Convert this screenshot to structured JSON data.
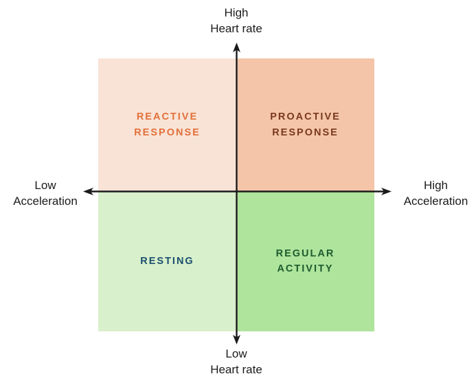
{
  "chart_data": {
    "type": "table",
    "title": "",
    "subtitle": "",
    "xlabel": "Acceleration",
    "ylabel": "Heart rate",
    "grid": false,
    "legend": "none",
    "axes": {
      "x": {
        "name": "Acceleration",
        "low_label": "Low\nAcceleration",
        "high_label": "High\nAcceleration",
        "direction": "bidirectional"
      },
      "y": {
        "name": "Heart rate",
        "low_label": "Low\nHeart rate",
        "high_label": "High\nHeart rate",
        "direction": "bidirectional"
      }
    },
    "categories": [
      "Reactive Response",
      "Proactive Response",
      "Resting",
      "Regular Activity"
    ],
    "quadrants": [
      {
        "id": "reactive-response",
        "label": "REACTIVE\nRESPONSE",
        "position": "top-left",
        "x": "Low Acceleration",
        "y": "High Heart rate",
        "fill": "#F9E3D6",
        "text_color": "#E2703A"
      },
      {
        "id": "proactive-response",
        "label": "PROACTIVE\nRESPONSE",
        "position": "top-right",
        "x": "High Acceleration",
        "y": "High Heart rate",
        "fill": "#F4C5A9",
        "text_color": "#7A3A20"
      },
      {
        "id": "resting",
        "label": "RESTING",
        "position": "bottom-left",
        "x": "Low Acceleration",
        "y": "Low Heart rate",
        "fill": "#D8F0CC",
        "text_color": "#1A4F6E"
      },
      {
        "id": "regular-activity",
        "label": "REGULAR\nACTIVITY",
        "position": "bottom-right",
        "x": "High Acceleration",
        "y": "Low Heart rate",
        "fill": "#AEE49C",
        "text_color": "#1E5B2E"
      }
    ]
  },
  "diagram": {
    "axis_labels": {
      "top": "High\nHeart rate",
      "bottom": "Low\nHeart rate",
      "left": "Low\nAcceleration",
      "right": "High\nAcceleration"
    },
    "quadrant_labels": {
      "top_left": "REACTIVE\nRESPONSE",
      "top_right": "PROACTIVE\nRESPONSE",
      "bottom_left": "RESTING",
      "bottom_right": "REGULAR\nACTIVITY"
    }
  },
  "colors": {
    "reactive_fill": "#F9E3D6",
    "proactive_fill": "#F4C5A9",
    "resting_fill": "#D8F0CC",
    "regular_fill": "#AEE49C",
    "reactive_text": "#E2703A",
    "proactive_text": "#7A3A20",
    "resting_text": "#1A4F6E",
    "regular_text": "#1E5B2E",
    "axis_line": "#1b1b1b",
    "background": "#FFFFFF"
  }
}
